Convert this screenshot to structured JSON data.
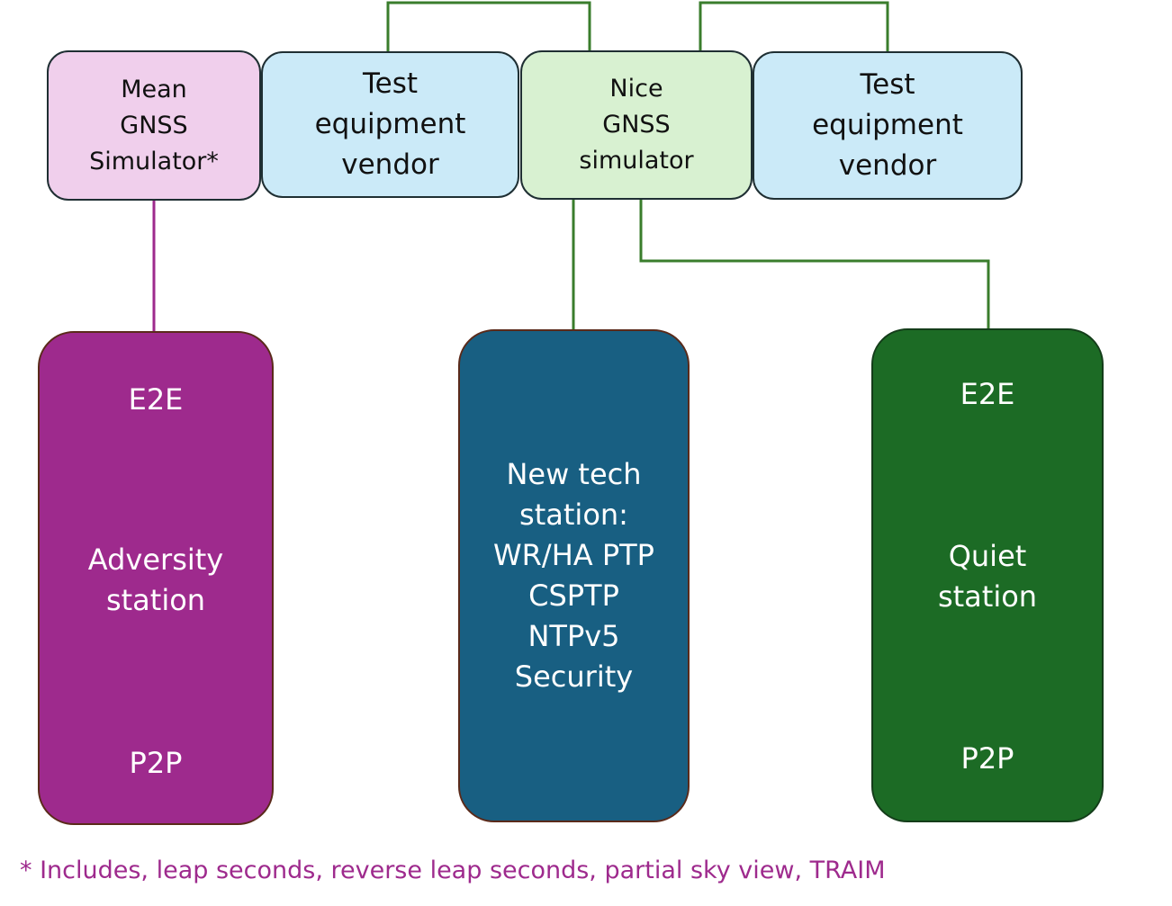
{
  "colors": {
    "mean_box_fill": "#f0cfec",
    "vendor_box_fill": "#cbeaf8",
    "nice_box_fill": "#d8f1d1",
    "adversity_fill": "#9e2a8d",
    "newtech_fill": "#185f82",
    "quiet_fill": "#1c6b25",
    "purple_connector": "#9e2a8d",
    "green_connector": "#3a7d2c",
    "footnote_text": "#9e2a8d"
  },
  "top_boxes": {
    "mean_gnss": [
      "Mean",
      "GNSS",
      "Simulator*"
    ],
    "test_vendor_1": [
      "Test",
      "equipment",
      "vendor"
    ],
    "nice_gnss": [
      "Nice",
      "GNSS",
      "simulator"
    ],
    "test_vendor_2": [
      "Test",
      "equipment",
      "vendor"
    ]
  },
  "stations": {
    "adversity": {
      "top_label": "E2E",
      "name": [
        "Adversity",
        "station"
      ],
      "bottom_label": "P2P"
    },
    "new_tech": {
      "lines": [
        "New tech",
        "station:",
        "WR/HA PTP",
        "CSPTP",
        "NTPv5",
        "Security"
      ]
    },
    "quiet": {
      "top_label": "E2E",
      "name": [
        "Quiet",
        "station"
      ],
      "bottom_label": "P2P"
    }
  },
  "footnote": "* Includes, leap seconds, reverse leap seconds, partial sky view, TRAIM"
}
